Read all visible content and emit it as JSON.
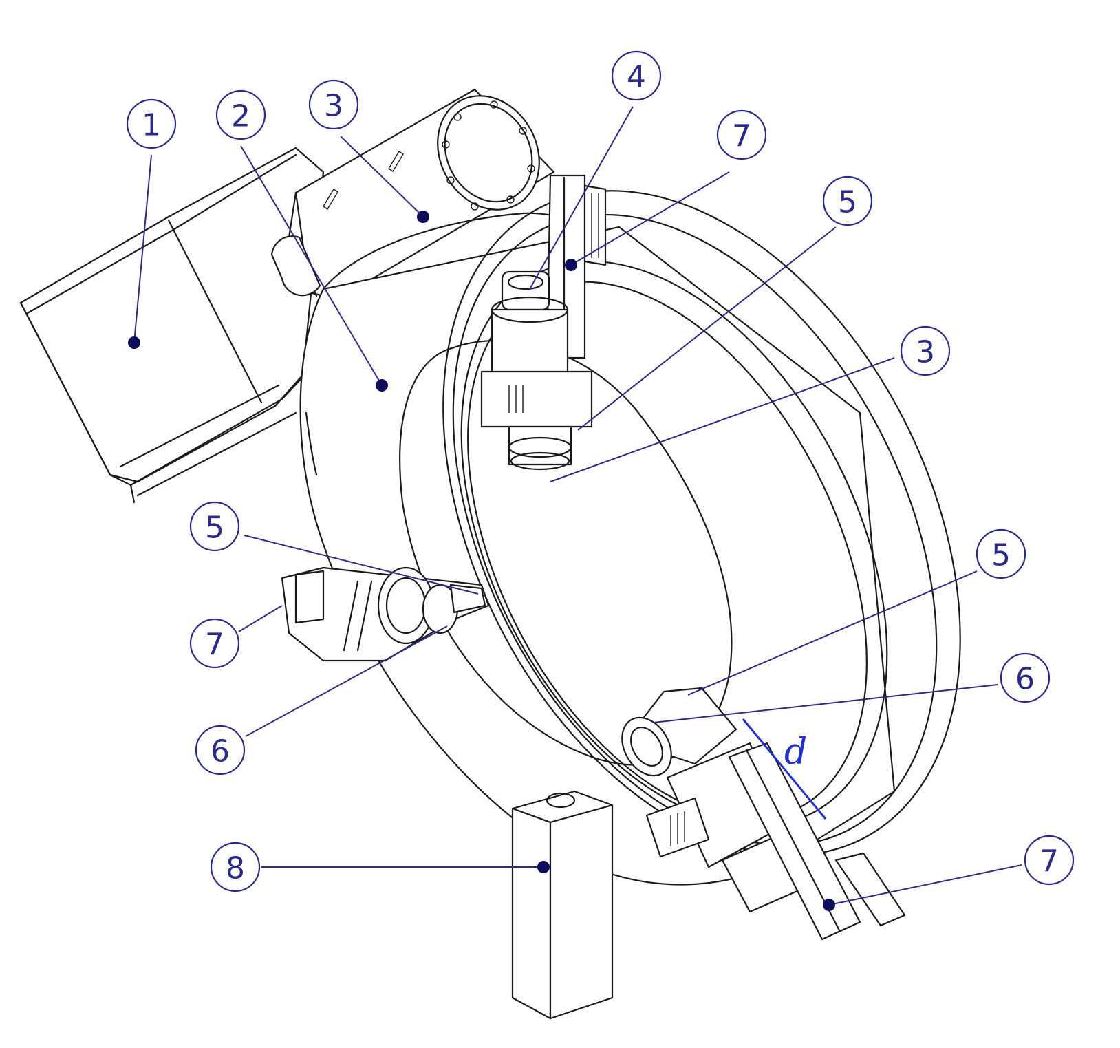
{
  "colors": {
    "line": "#1a1a1a",
    "callout": "#2a2a8a",
    "dot": "#0d0d5c",
    "dimension": "#1f2fd0"
  },
  "callouts": [
    {
      "id": "c1",
      "label": "1"
    },
    {
      "id": "c2",
      "label": "2"
    },
    {
      "id": "c3a",
      "label": "3"
    },
    {
      "id": "c4",
      "label": "4"
    },
    {
      "id": "c7a",
      "label": "7"
    },
    {
      "id": "c5a",
      "label": "5"
    },
    {
      "id": "c3b",
      "label": "3"
    },
    {
      "id": "c5b",
      "label": "5"
    },
    {
      "id": "c7b",
      "label": "7"
    },
    {
      "id": "c6a",
      "label": "6"
    },
    {
      "id": "c5c",
      "label": "5"
    },
    {
      "id": "c6b",
      "label": "6"
    },
    {
      "id": "c8",
      "label": "8"
    },
    {
      "id": "c7c",
      "label": "7"
    }
  ],
  "dimension": {
    "label": "d"
  }
}
